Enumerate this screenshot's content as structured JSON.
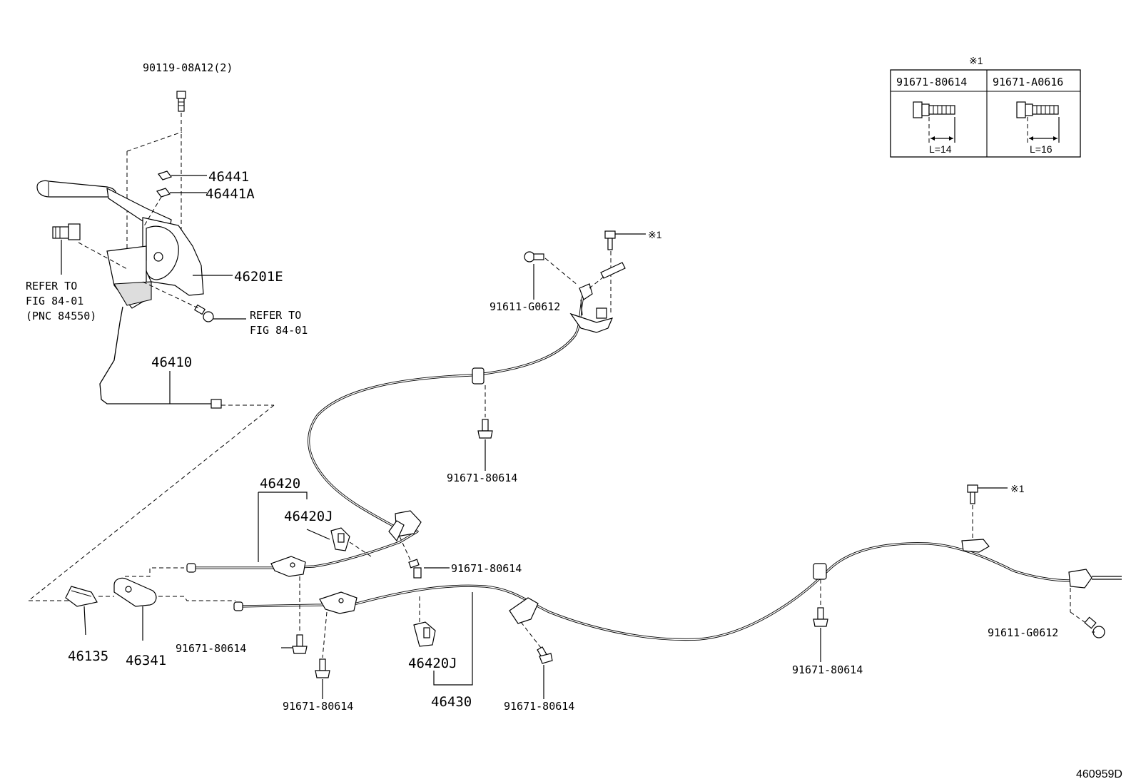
{
  "legend": {
    "marker": "※1",
    "columns": [
      {
        "part": "91671-80614",
        "length": "L=14"
      },
      {
        "part": "91671-A0616",
        "length": "L=16"
      }
    ]
  },
  "labels": {
    "bolt_top": "90119-08A12(2)",
    "clip_a": "46441",
    "clip_b": "46441A",
    "lever_assy": "46201E",
    "refer_1_line1": "REFER TO",
    "refer_1_line2": "FIG 84-01",
    "refer_1_line3": "(PNC 84550)",
    "refer_2_line1": "REFER TO",
    "refer_2_line2": "FIG 84-01",
    "front_cable": "46410",
    "bolt_upper_left": "91611-G0612",
    "marker_upper": "※1",
    "bolt_mid_clamp": "91671-80614",
    "cable_rh": "46420",
    "clamp_rh": "46420J",
    "bolt_rh_junction": "91671-80614",
    "marker_right": "※1",
    "bolt_lower_right": "91611-G0612",
    "equalizer": "46135",
    "bracket": "46341",
    "bolt_left_lower": "91671-80614",
    "bolt_center_lower": "91671-80614",
    "clamp_lh": "46420J",
    "cable_lh": "46430",
    "bolt_lh_bracket": "91671-80614",
    "bolt_right_clamp": "91671-80614",
    "figure_id": "460959D"
  }
}
